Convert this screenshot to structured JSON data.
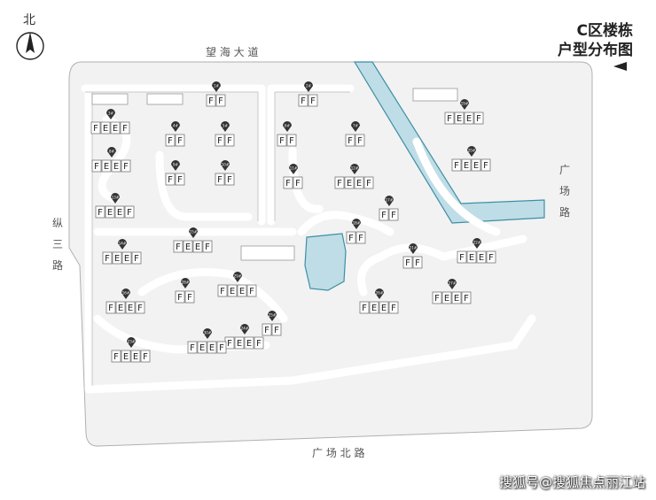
{
  "header": {
    "title_line1": "C区楼栋",
    "title_line2": "户型分布图"
  },
  "compass": {
    "label": "北"
  },
  "roads": {
    "north": "望 海 大 道",
    "south": "广 场 北 路",
    "west": [
      "纵",
      "三",
      "路"
    ],
    "east": [
      "广",
      "场",
      "路"
    ]
  },
  "watermark": "搜狐号@搜狐焦点丽江站",
  "unit_letters": {
    "f": "F",
    "e": "E"
  },
  "colors": {
    "road_fill": "#ffffff",
    "site_fill": "#f2f2f2",
    "water": "#bfdde6",
    "water_stroke": "#3c8fa5",
    "building": "#ffffff",
    "pin": "#333333"
  },
  "buildings": [
    {
      "id": "1#",
      "units": [
        "F",
        "F"
      ]
    },
    {
      "id": "2#",
      "units": [
        "F",
        "F"
      ]
    },
    {
      "id": "3#",
      "units": [
        "F",
        "E",
        "E",
        "F"
      ]
    },
    {
      "id": "4#",
      "units": [
        "F",
        "F"
      ]
    },
    {
      "id": "5#",
      "units": [
        "F",
        "F"
      ]
    },
    {
      "id": "6#",
      "units": [
        "F",
        "F"
      ]
    },
    {
      "id": "7#",
      "units": [
        "F",
        "F"
      ]
    },
    {
      "id": "8#",
      "units": [
        "F",
        "E",
        "E",
        "F"
      ]
    },
    {
      "id": "9#",
      "units": [
        "F",
        "F"
      ]
    },
    {
      "id": "10#",
      "units": [
        "F",
        "F"
      ]
    },
    {
      "id": "11#",
      "units": [
        "F",
        "F"
      ]
    },
    {
      "id": "12#",
      "units": [
        "F",
        "E",
        "E",
        "F"
      ]
    },
    {
      "id": "13#",
      "units": [
        "F",
        "E",
        "E",
        "F"
      ]
    },
    {
      "id": "14#",
      "units": [
        "F",
        "E",
        "E",
        "F"
      ]
    },
    {
      "id": "15#",
      "units": [
        "F",
        "E",
        "E",
        "F"
      ]
    },
    {
      "id": "16#",
      "units": [
        "F",
        "E",
        "E",
        "F"
      ]
    },
    {
      "id": "17#",
      "units": [
        "F",
        "F"
      ]
    },
    {
      "id": "18#",
      "units": [
        "F",
        "F"
      ]
    },
    {
      "id": "19#",
      "units": [
        "F",
        "E",
        "E",
        "F"
      ]
    },
    {
      "id": "20#",
      "units": [
        "F",
        "E",
        "E",
        "F"
      ]
    },
    {
      "id": "21#",
      "units": [
        "F",
        "F"
      ]
    },
    {
      "id": "22#",
      "units": [
        "F",
        "E",
        "E",
        "F"
      ]
    },
    {
      "id": "23#",
      "units": [
        "F",
        "E",
        "E",
        "F"
      ]
    },
    {
      "id": "24#",
      "units": [
        "F",
        "E",
        "E",
        "F"
      ]
    },
    {
      "id": "25#",
      "units": [
        "F",
        "F"
      ]
    },
    {
      "id": "26#",
      "units": [
        "F",
        "E",
        "E",
        "F"
      ]
    },
    {
      "id": "27#",
      "units": [
        "F",
        "E",
        "E",
        "F"
      ]
    },
    {
      "id": "28#",
      "units": [
        "F",
        "F"
      ]
    },
    {
      "id": "29#",
      "units": [
        "F",
        "E",
        "E",
        "F"
      ]
    },
    {
      "id": "30#",
      "units": [
        "F",
        "E",
        "E",
        "F"
      ]
    }
  ]
}
